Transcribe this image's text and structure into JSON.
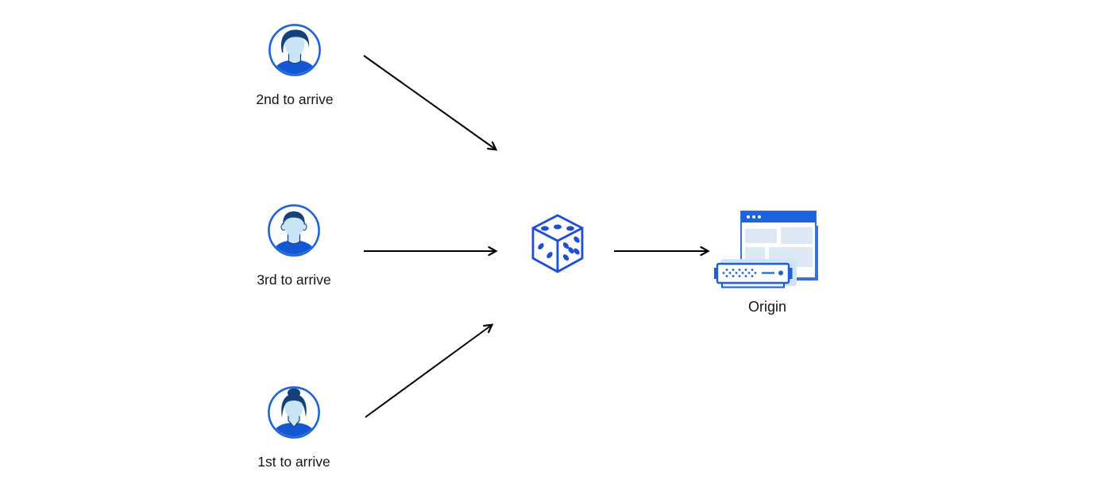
{
  "page": {
    "background": "#ffffff"
  },
  "nodes": {
    "users": [
      {
        "id": "user-2nd",
        "label": "2nd to arrive",
        "icon": "person-avatar-dark-swept-hair"
      },
      {
        "id": "user-3rd",
        "label": "3rd to arrive",
        "icon": "person-avatar-short-hair"
      },
      {
        "id": "user-1st",
        "label": "1st to arrive",
        "icon": "person-avatar-hair-bun"
      }
    ],
    "router": {
      "id": "dice",
      "icon": "dice-icon"
    },
    "origin": {
      "id": "origin",
      "label": "Origin",
      "icon": "origin-server-browser-icon"
    }
  },
  "edges": [
    {
      "from": "user-2nd",
      "to": "dice"
    },
    {
      "from": "user-3rd",
      "to": "dice"
    },
    {
      "from": "user-1st",
      "to": "dice"
    },
    {
      "from": "dice",
      "to": "origin"
    }
  ],
  "colors": {
    "page_bg": "#ffffff",
    "avatar_border": "#1e64d9",
    "avatar_hair": "#15417b",
    "avatar_face": "#c8e4f5",
    "avatar_shirt": "#1457d5",
    "dice_blue": "#1d4ed8",
    "browser_bar": "#1b64dd",
    "browser_border": "#3b72d8",
    "content_block": "#dce9f4",
    "server_border": "#1d5fd9",
    "server_glow": "#cfe4f7",
    "server_base": "#e4f0fb",
    "arrow_color": "#000000",
    "label_text": "#141414"
  }
}
